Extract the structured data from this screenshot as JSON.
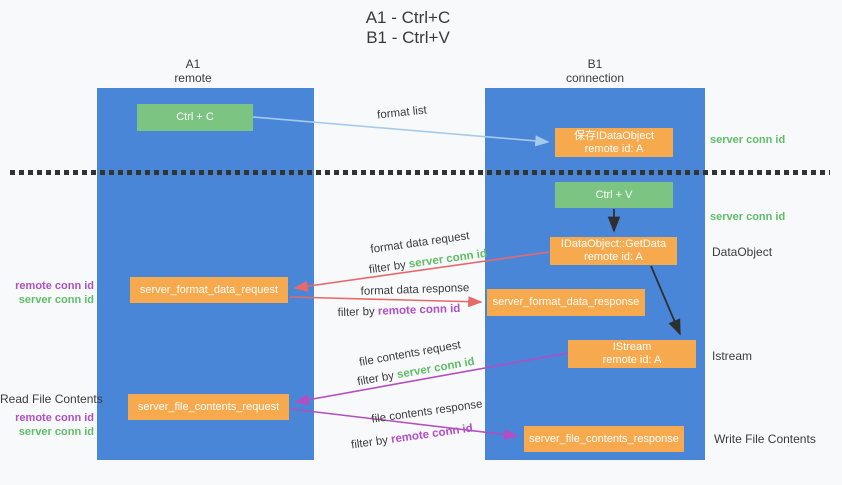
{
  "title": {
    "line1": "A1 - Ctrl+C",
    "line2": "B1 - Ctrl+V"
  },
  "lifelines": {
    "left": {
      "name": "A1",
      "role": "remote"
    },
    "right": {
      "name": "B1",
      "role": "connection"
    }
  },
  "nodes": {
    "ctrl_c": {
      "label": "Ctrl + C"
    },
    "save_idataobject": {
      "line1": "保存IDataObject",
      "line2": "remote id: A"
    },
    "ctrl_v": {
      "label": "Ctrl + V"
    },
    "getdata": {
      "line1": "IDataObject::GetData",
      "line2": "remote id: A"
    },
    "server_format_data_request": {
      "label": "server_format_data_request"
    },
    "server_format_data_response": {
      "label": "server_format_data_response"
    },
    "istream": {
      "line1": "IStream",
      "line2": "remote id: A"
    },
    "server_file_contents_request": {
      "label": "server_file_contents_request"
    },
    "server_file_contents_response": {
      "label": "server_file_contents_response"
    }
  },
  "edge_labels": {
    "format_list": "format list",
    "format_data_request": "format data request",
    "format_data_response": "format data response",
    "file_contents_request": "file contents request",
    "file_contents_response": "file contents response",
    "filter_by": "filter by",
    "server_conn_id": "server conn id",
    "remote_conn_id": "remote conn id"
  },
  "side_labels": {
    "server_conn_id_top": "server conn id",
    "server_conn_id_mid": "server conn id",
    "dataobject": "DataObject",
    "istream": "Istream",
    "read_file_contents": "Read File Contents",
    "write_file_contents": "Write File Contents",
    "remote_conn_id": "remote conn id",
    "server_conn_id": "server conn id"
  },
  "colors": {
    "lifeline-blue": "#4a86d8",
    "node-green": "#7cc482",
    "node-orange": "#f7a94d",
    "green-text": "#5fbe68",
    "purple-text": "#b04fc8",
    "arrow-red": "#e8696a",
    "arrow-purple": "#b44dc0",
    "arrow-blue": "#a5cbec",
    "arrow-black": "#2f2f2f",
    "dark-text": "#3c3c3c",
    "bg": "#f8f9fa"
  }
}
